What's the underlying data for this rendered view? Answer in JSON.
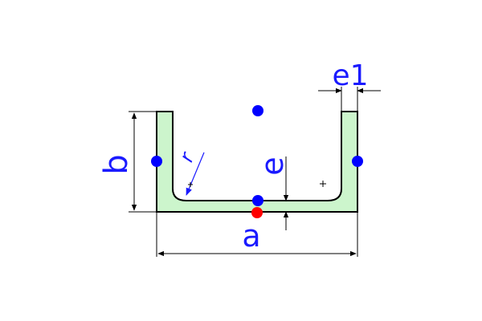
{
  "labels": {
    "a": "a",
    "b": "b",
    "e": "e",
    "e1": "e1",
    "r": "r"
  },
  "colors": {
    "profile_fill": "#ccf5cc",
    "profile_stroke": "#000000",
    "label": "#1a1aff",
    "point_blue": "#0000ff",
    "point_red": "#ff0000"
  }
}
